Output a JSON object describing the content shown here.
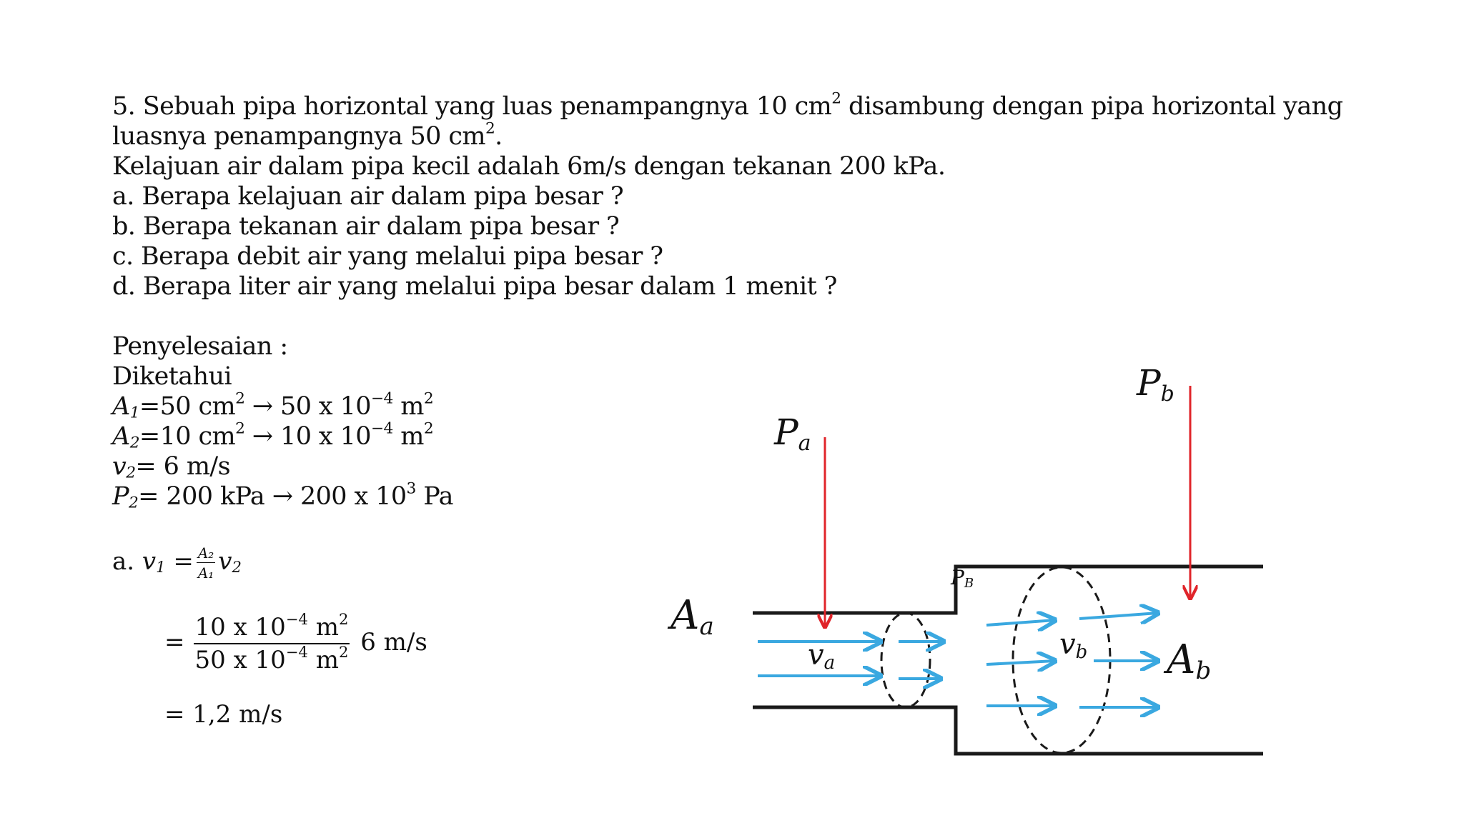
{
  "problem": {
    "line1_a": "5. Sebuah pipa horizontal yang luas penampangnya 10 cm",
    "line1_sup": "2",
    "line1_b": " disambung dengan pipa horizontal yang",
    "line2_a": "luasnya penampangnya 50 cm",
    "line2_sup": "2",
    "line2_b": ".",
    "line3": "Kelajuan air dalam pipa kecil adalah 6m/s dengan tekanan 200 kPa.",
    "q_a": "a. Berapa kelajuan air dalam pipa besar ?",
    "q_b": "b. Berapa tekanan air dalam pipa besar ?",
    "q_c": "c. Berapa debit air yang melalui pipa besar ?",
    "q_d": "d. Berapa liter air yang melalui pipa besar dalam 1 menit ?"
  },
  "solution": {
    "heading": "Penyelesaian :",
    "known": "Diketahui",
    "a1_var": "A",
    "a1_sub": "1",
    "a1_val": "=50 cm",
    "a1_sup": "2",
    "a1_conv": " → 50 x 10",
    "a1_exp": "−4",
    "a1_unit": " m",
    "a1_unit_sup": "2",
    "a2_var": "A",
    "a2_sub": "2",
    "a2_val": "=10 cm",
    "a2_sup": "2",
    "a2_conv": " → 10 x 10",
    "a2_exp": "−4",
    "a2_unit": " m",
    "a2_unit_sup": "2",
    "v2_var": "v",
    "v2_sub": "2",
    "v2_val": "= 6 m/s",
    "p2_var": "P",
    "p2_sub": "2",
    "p2_val": "= 200 kPa → 200 x 10",
    "p2_exp": "3",
    "p2_unit": " Pa",
    "part_a_label": "a. ",
    "part_a_v1": "v",
    "part_a_v1_sub": "1",
    "part_a_eq": " =",
    "part_a_frac_num": "A₂",
    "part_a_frac_den": "A₁",
    "part_a_v2": "v",
    "part_a_v2_sub": "2",
    "step2_eq": "=",
    "step2_num_a": "10 x 10",
    "step2_num_exp": "−4",
    "step2_num_b": " m",
    "step2_num_sup": "2",
    "step2_den_a": "50 x 10",
    "step2_den_exp": "−4",
    "step2_den_b": " m",
    "step2_den_sup": "2",
    "step2_tail": " 6 m/s",
    "step3": "= 1,2 m/s"
  },
  "diagram": {
    "label_pa": "P",
    "label_pa_sub": "a",
    "label_pb": "P",
    "label_pb_sub": "b",
    "label_pb_small": "P",
    "label_pb_small_sub": "B",
    "label_aa": "A",
    "label_aa_sub": "a",
    "label_ab": "A",
    "label_ab_sub": "b",
    "label_va": "v",
    "label_va_sub": "a",
    "label_vb": "v",
    "label_vb_sub": "b",
    "colors": {
      "pressure_arrow": "#e0242a",
      "flow_arrow": "#3aa8e0",
      "pipe": "#1a1a1a"
    }
  }
}
